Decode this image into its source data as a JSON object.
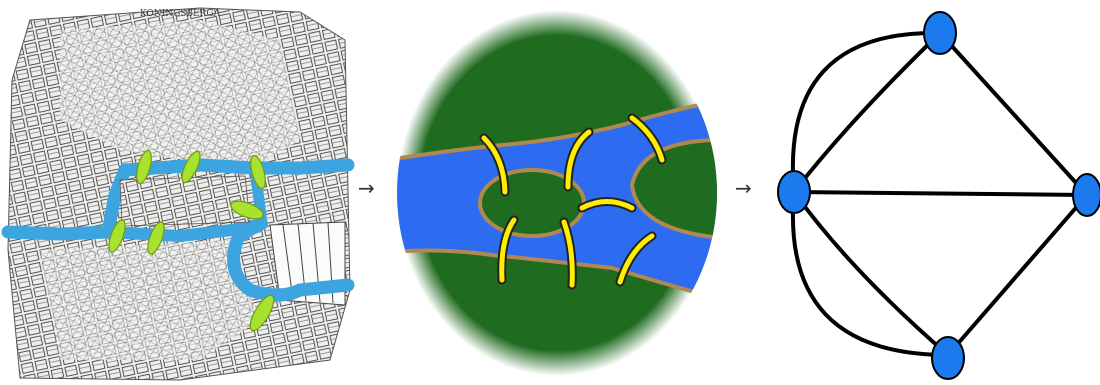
{
  "map": {
    "title": "KONINGSBERGA",
    "bridge_color": "#a6e22e",
    "river_color": "#3ca5e0"
  },
  "abstract": {
    "land_color": "#1f6b1f",
    "water_color": "#2d6cf0",
    "bank_color": "#b08850",
    "bridge_color": "#ffee00"
  },
  "arrows": [
    "→",
    "→"
  ],
  "graph": {
    "node_color": "#1a7aee",
    "edge_color": "#000000",
    "nodes": [
      "north",
      "west",
      "east",
      "south"
    ],
    "edges": [
      [
        "west",
        "north"
      ],
      [
        "west",
        "north"
      ],
      [
        "west",
        "south"
      ],
      [
        "west",
        "south"
      ],
      [
        "west",
        "east"
      ],
      [
        "north",
        "east"
      ],
      [
        "south",
        "east"
      ]
    ]
  }
}
